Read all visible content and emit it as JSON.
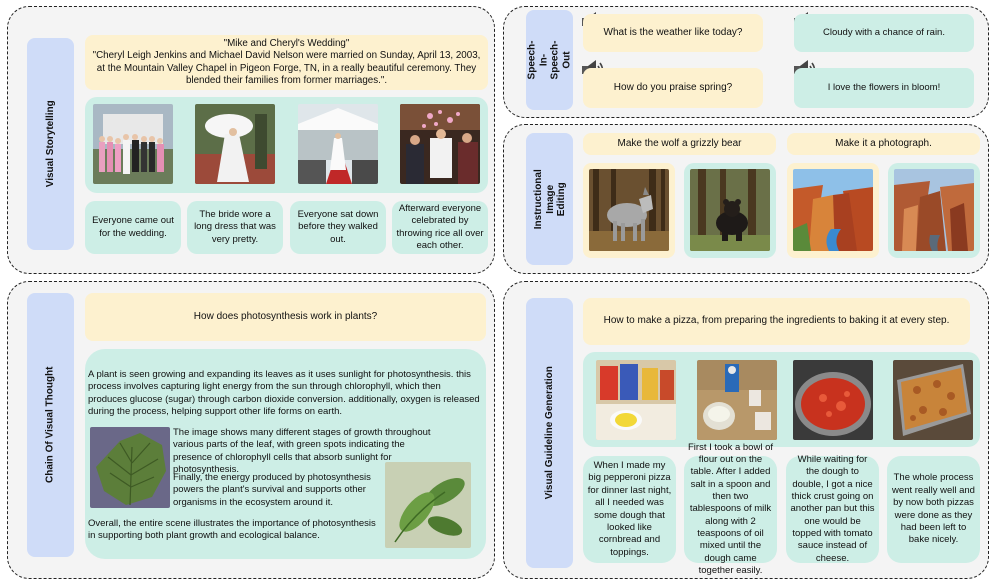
{
  "storytelling": {
    "label": "Visual Storytelling",
    "prompt": "\"Mike and Cheryl's Wedding\"\n\"Cheryl Leigh Jenkins and Michael David Nelson were married on Sunday, April 13, 2003, at the Mountain Valley Chapel in Pigeon Forge, TN, in a really beautiful ceremony. They blended their families from former marriages.\".",
    "captions": [
      "Everyone came out for the wedding.",
      "The bride wore a long dress that was very pretty.",
      "Everyone sat down before they walked out.",
      "Afterward everyone celebrated by throwing rice all over each other."
    ]
  },
  "speech": {
    "label": "Speech-In-\nSpeech-Out",
    "items": [
      "What is the weather like today?",
      "Cloudy with a chance of rain.",
      "How do you praise spring?",
      "I love the flowers in bloom!"
    ]
  },
  "editing": {
    "label": "Instructional\nImage Editing",
    "instructions": [
      "Make the wolf a grizzly bear",
      "Make it a photograph."
    ]
  },
  "cot": {
    "label": "Chain Of Visual Thought",
    "question": "How does photosynthesis work in plants?",
    "p1": "A plant is seen growing and expanding its leaves as it uses sunlight for photosynthesis. this process involves capturing light energy from the sun through chlorophyll, which then produces glucose (sugar) through carbon dioxide conversion. additionally, oxygen is released during the process, helping support other life forms on earth.",
    "p2": "The image shows many different stages of growth throughout various parts of the leaf, with green spots indicating the presence of chlorophyll cells that absorb sunlight for photosynthesis.",
    "p3": "Finally, the energy produced by photosynthesis powers the plant's survival and supports other organisms in the ecosystem around it.",
    "p4": "Overall, the entire scene illustrates the importance of photosynthesis in supporting both plant growth and ecological balance."
  },
  "guideline": {
    "label": "Visual Guideline Generation",
    "question": "How to make a pizza, from preparing the ingredients to baking it at every step.",
    "steps": [
      "When I made my big pepperoni pizza for dinner last night, all I needed was some dough that looked like cornbread and toppings.",
      "First I took a bowl of flour out on the table. After I added salt in a spoon and then two tablespoons of milk along with 2 teaspoons of oil mixed until the dough came together easily.",
      "While waiting for the dough to double, I got a nice thick crust going on another pan but this one would be topped with tomato sauce instead of cheese.",
      "The whole process went really well and by now both pizzas were done as they had been left to bake nicely."
    ]
  }
}
